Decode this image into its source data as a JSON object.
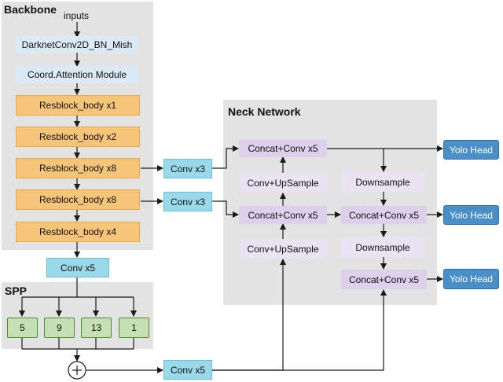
{
  "backbone": {
    "title": "Backbone",
    "input_label": "inputs",
    "nodes": [
      "DarknetConv2D_BN_Mish",
      "Coord.Attention Module",
      "Resblock_body x1",
      "Resblock_body x2",
      "Resblock_body x8",
      "Resblock_body x8",
      "Resblock_body x4"
    ]
  },
  "conv_x5_top": "Conv x5",
  "spp": {
    "title": "SPP",
    "pools": [
      "5",
      "9",
      "13",
      "1"
    ]
  },
  "conv_x3_a": "Conv x3",
  "conv_x3_b": "Conv x3",
  "conv_x5_bottom": "Conv x5",
  "add_symbol": "+",
  "neck": {
    "title": "Neck Network",
    "concat_top": "Concat+Conv x5",
    "upsample_top": "Conv+UpSample",
    "concat_mid": "Concat+Conv x5",
    "upsample_bottom": "Conv+UpSample",
    "downsample_top": "Downsample",
    "concat_right_mid": "Concat+Conv x5",
    "downsample_bottom": "Downsample",
    "concat_right_bottom": "Concat+Conv x5"
  },
  "heads": [
    "Yolo Head",
    "Yolo Head",
    "Yolo Head"
  ],
  "colors": {
    "region_bg": "#e3e3e3",
    "light_blue": "#dce9f7",
    "orange": "#f7c57a",
    "cyan": "#9ad9ea",
    "purple": "#dcd0ea",
    "green": "#c5e0b3",
    "head_blue": "#4a8fc8"
  }
}
